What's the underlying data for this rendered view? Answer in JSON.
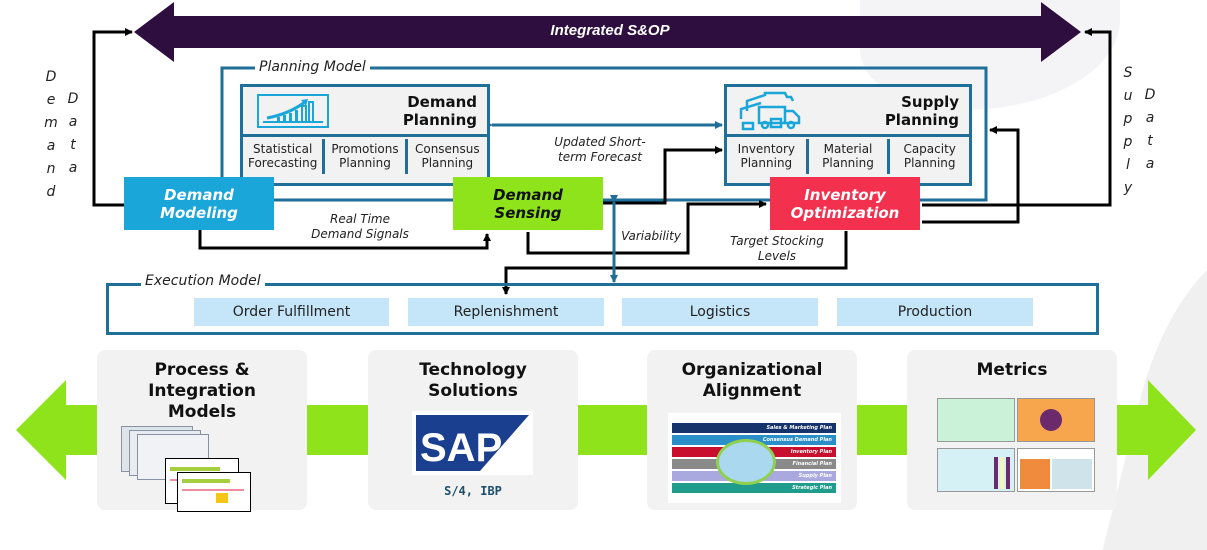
{
  "banner": {
    "label": "Integrated S&OP",
    "color": "#2d0e3e"
  },
  "side_labels": {
    "left": {
      "word1": "Demand",
      "word2": "Data"
    },
    "right": {
      "word1": "Supply",
      "word2": "Data"
    }
  },
  "planning_model": {
    "label": "Planning Model",
    "demand_planning": {
      "title_line1": "Demand",
      "title_line2": "Planning",
      "icon": "growth-chart-icon",
      "subs": [
        {
          "line1": "Statistical",
          "line2": "Forecasting"
        },
        {
          "line1": "Promotions",
          "line2": "Planning"
        },
        {
          "line1": "Consensus",
          "line2": "Planning"
        }
      ]
    },
    "supply_planning": {
      "title_line1": "Supply",
      "title_line2": "Planning",
      "icon": "logistics-truck-icon",
      "subs": [
        {
          "line1": "Inventory",
          "line2": "Planning"
        },
        {
          "line1": "Material",
          "line2": "Planning"
        },
        {
          "line1": "Capacity",
          "line2": "Planning"
        }
      ]
    }
  },
  "modules": {
    "demand_modeling": {
      "line1": "Demand",
      "line2": "Modeling",
      "color": "#1aa6d9"
    },
    "demand_sensing": {
      "line1": "Demand",
      "line2": "Sensing",
      "color": "#8fe31b"
    },
    "inventory_optimization": {
      "line1": "Inventory",
      "line2": "Optimization",
      "color": "#f4304f"
    }
  },
  "annotations": {
    "updated_forecast": {
      "line1": "Updated Short-",
      "line2": "term Forecast"
    },
    "real_time": {
      "line1": "Real Time",
      "line2": "Demand Signals"
    },
    "variability": "Variability",
    "target_stocking": {
      "line1": "Target Stocking",
      "line2": "Levels"
    }
  },
  "execution_model": {
    "label": "Execution Model",
    "items": [
      "Order Fulfillment",
      "Replenishment",
      "Logistics",
      "Production"
    ]
  },
  "pillars": [
    {
      "title_lines": [
        "Process &",
        "Integration",
        "Models"
      ],
      "image": "process-diagram-thumbnails"
    },
    {
      "title_lines": [
        "Technology",
        "Solutions"
      ],
      "image": "sap-logo",
      "logo_text": "SAP",
      "caption": "S/4, IBP"
    },
    {
      "title_lines": [
        "Organizational",
        "Alignment"
      ],
      "image": "org-alignment-diagram",
      "plan_rows": [
        "Sales & Marketing Plan",
        "Consensus Demand Plan",
        "Inventory Plan",
        "Financial Plan",
        "Supply Plan",
        "Strategic Plan"
      ]
    },
    {
      "title_lines": [
        "Metrics"
      ],
      "image": "metrics-dashboard-thumbnails"
    }
  ],
  "colors": {
    "frame_blue": "#1f6f99",
    "arrow_green": "#8fe31b",
    "sap_blue": "#1b3f8f"
  }
}
